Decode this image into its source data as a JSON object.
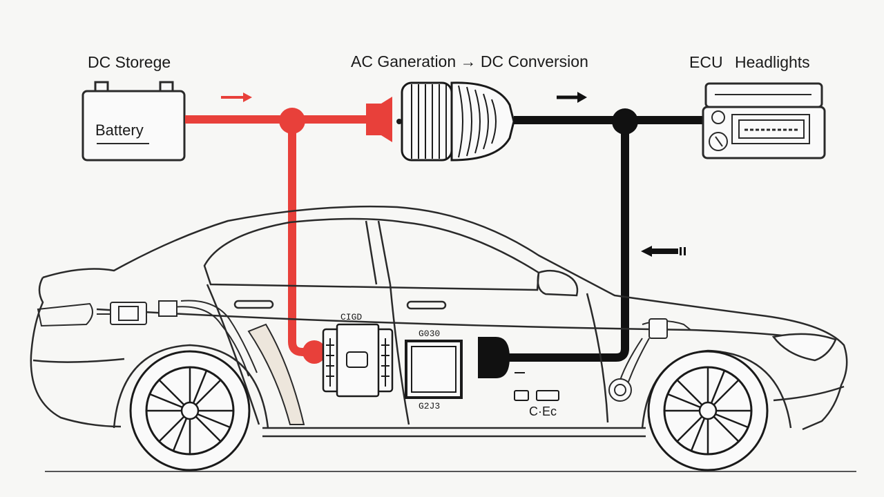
{
  "labels": {
    "dc_storage": "DC Storege",
    "ac_dc": "AC Ganeration → DC Conversion",
    "ecu": "ECU",
    "headlights": "Headlights",
    "battery": "Battery",
    "module_top": "CIGD",
    "module_mid": "G030",
    "module_bot": "G2J3",
    "connector_code": "C·Ec"
  },
  "colors": {
    "positive_wire": "#e8403a",
    "output_wire": "#111111",
    "outline": "#2a2a2a",
    "background": "#f7f7f5"
  },
  "icons": {
    "flow_arrow_red": "arrow-right",
    "flow_arrow_black": "arrow-right",
    "return_arrow": "arrow-left"
  }
}
